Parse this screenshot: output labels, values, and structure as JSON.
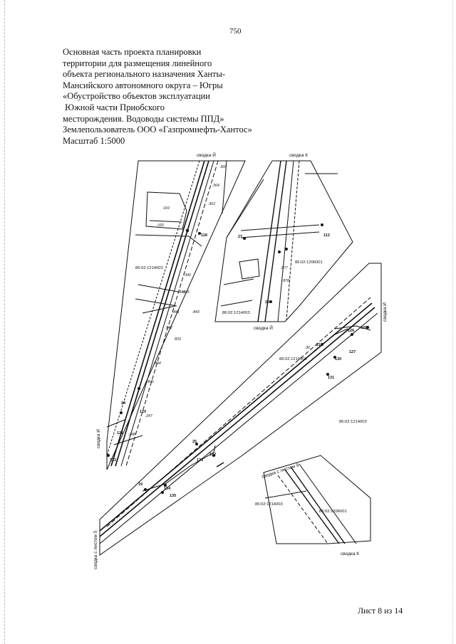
{
  "page": {
    "number": "750"
  },
  "title": {
    "lines": [
      "Основная часть проекта планировки",
      "территории для размещения линейного",
      "объекта регионального назначения Ханты-",
      "Мансийского автономного округа – Югры",
      "«Обустройство объектов эксплуатации",
      " Южной части Приобского",
      "месторождения. Водоводы системы ППД»",
      "Землепользователь ООО «Газпромнефть-Хантос»",
      "Масштаб 1:5000"
    ]
  },
  "map": {
    "labels": {
      "svodka_y_top": "сводка Й",
      "svodka_k_top": "сводка К",
      "svodka_y_inset": "сводка Й",
      "svodka_i_right": "сводка И",
      "svodka_i_left": "сводка И",
      "svodka_sheet9": "сводка с листом 9",
      "svodka_sheet5": "сводка с листом 5",
      "svodka_k_bottom": "сводка К"
    },
    "parcels": {
      "p1": "86:02:1214003",
      "p2": "86:02:1206001",
      "p3": "86:02:1214003",
      "p4": "86:02:1214003",
      "p5": "86:02:1214003",
      "p6": "86:02:1214003",
      "p7": "86:02:1206001"
    },
    "points": {
      "n118": "118",
      "n24": "24",
      "n120": "120",
      "n121": "121",
      "n122": "122",
      "n27": "27",
      "n112": "112",
      "n21": "21",
      "n126": "126",
      "n128": "128",
      "n130": "130",
      "n131": "131",
      "n132": "132",
      "n133": "133",
      "n134": "134",
      "n135": "135",
      "n127": "127",
      "n19": "19",
      "n25": "25",
      "n26": "26"
    },
    "cadastre": {
      "c365": ":365",
      "c364": ":364",
      "c363": ":363",
      "c169": ":169",
      "c165": ":165",
      "c349": ":349",
      "c840": ":840",
      "c841": ":841",
      "c845": ":845",
      "c843": ":843",
      "c842": ":842",
      "c833": ":833",
      "c844": ":844",
      "c846": ":846",
      "c247": ":247",
      "c248": ":248",
      "c877": ":877",
      "c878": ":878",
      "c36": ":36"
    }
  },
  "footer": {
    "sheet": "Лист 8 из 14"
  }
}
